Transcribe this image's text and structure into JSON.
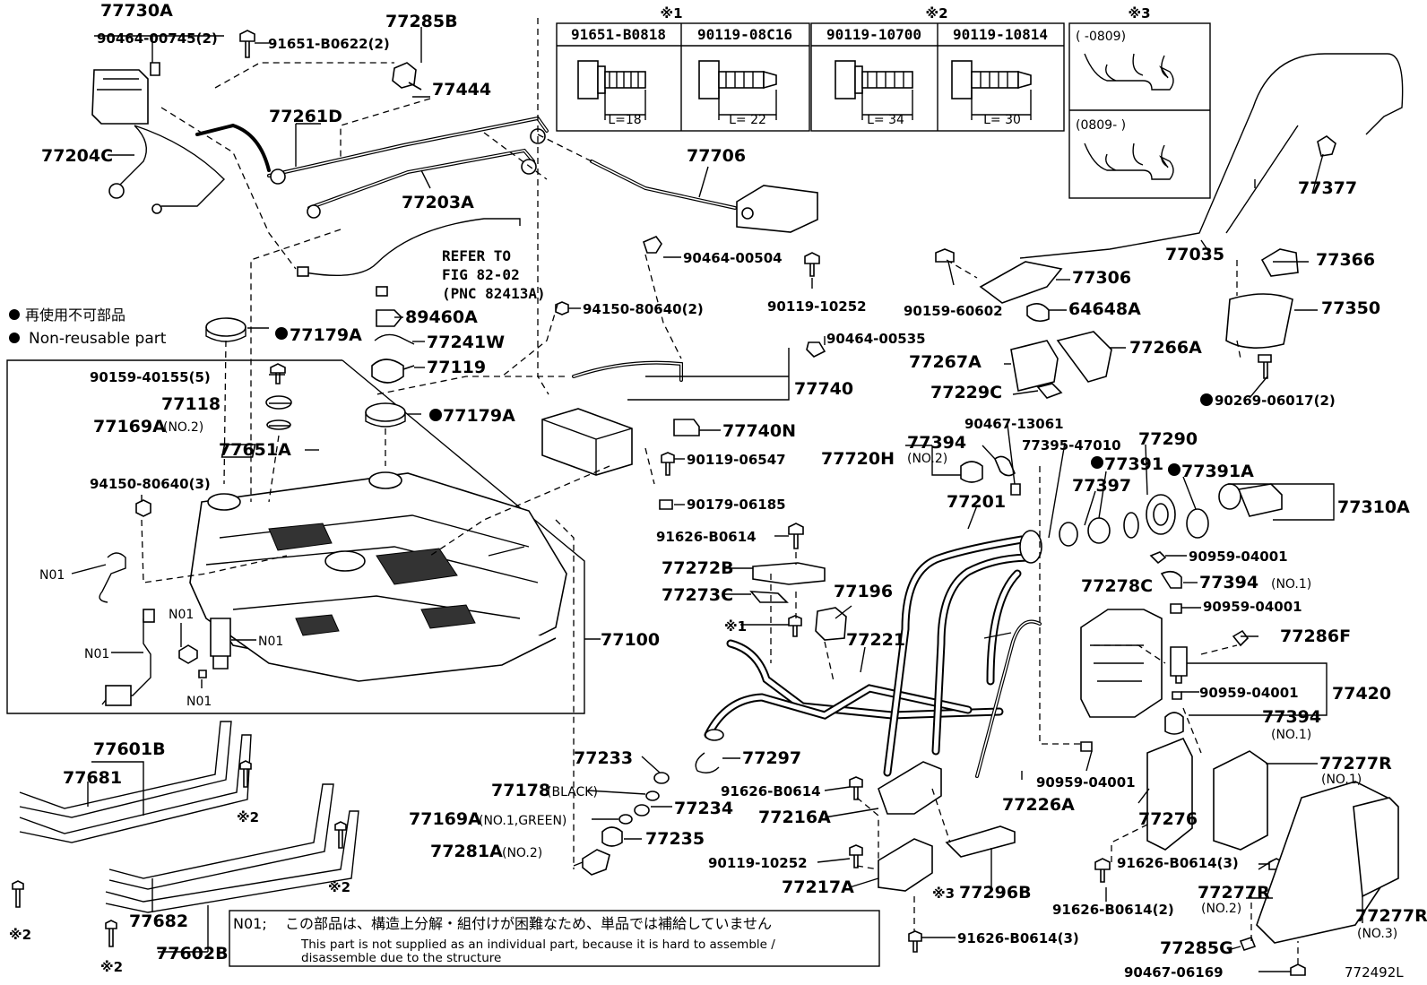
{
  "figure_code": "772492L",
  "legend": {
    "symbol": "●",
    "japanese": "再使用不可部品",
    "english": "Non-reusable part"
  },
  "note": {
    "code": "N01;",
    "japanese": "この部品は、構造上分解・組付けが困難なため、単品では補給していません",
    "english_line1": "This part is not supplied as an individual part, because it is hard to assemble /",
    "english_line2": "disassemble due to the structure"
  },
  "refer": {
    "line1": "REFER TO",
    "line2": "FIG 82-02",
    "line3": "(PNC 82413A)"
  },
  "fastener_tables": [
    {
      "mark": "※1",
      "columns": [
        {
          "part": "91651-B0818",
          "length": "L=18"
        },
        {
          "part": "90119-08C16",
          "length": "L= 22"
        }
      ]
    },
    {
      "mark": "※2",
      "columns": [
        {
          "part": "90119-10700",
          "length": "L= 34"
        },
        {
          "part": "90119-10814",
          "length": "L= 30"
        }
      ]
    }
  ],
  "clamp_table": {
    "mark": "※3",
    "rows": [
      {
        "range": "(    -0809)"
      },
      {
        "range": "(0809-    )"
      }
    ]
  },
  "labels": {
    "l77730A": "77730A",
    "l90464_00745": "90464-00745(2)",
    "l91651_B0622": "91651-B0622(2)",
    "l77285B": "77285B",
    "l77444": "77444",
    "l77261D": "77261D",
    "l77204C": "77204C",
    "l77203A": "77203A",
    "l77706": "77706",
    "l90464_00504": "90464-00504",
    "l90119_10252a": "90119-10252",
    "l94150_80640_2": "94150-80640(2)",
    "l89460A": "89460A",
    "l77241W": "77241W",
    "l77119": "77119",
    "l77179A_1": "77179A",
    "l90159_40155": "90159-40155(5)",
    "l77118": "77118",
    "l77169A_no2": "77169A",
    "l77169A_no2_suffix": "(NO.2)",
    "l77179A_2": "77179A",
    "l77651A": "77651A",
    "l94150_80640_3": "94150-80640(3)",
    "n01_a": "N01",
    "n01_b": "N01",
    "n01_c": "N01",
    "n01_d": "N01",
    "n01_e": "N01",
    "l90464_00535": "90464-00535",
    "l77740": "77740",
    "l77740N": "77740N",
    "l90119_06547": "90119-06547",
    "l90179_06185": "90179-06185",
    "l91626_B0614_a": "91626-B0614",
    "l77272B": "77272B",
    "l77273C": "77273C",
    "l77196": "77196",
    "mark1": "※1",
    "l77221": "77221",
    "l77100": "77100",
    "l77601B": "77601B",
    "l77681": "77681",
    "l77682": "77682",
    "l77602B": "77602B",
    "mark2_a": "※2",
    "mark2_b": "※2",
    "mark2_c": "※2",
    "mark2_d": "※2",
    "l77233": "77233",
    "l77297": "77297",
    "l77178": "77178",
    "l77178_suffix": "(BLACK)",
    "l77234": "77234",
    "l77169A_no1": "77169A",
    "l77169A_no1_suffix": "(NO.1,GREEN)",
    "l77235": "77235",
    "l77281A": "77281A",
    "l77281A_suffix": "(NO.2)",
    "l91626_B0614_b": "91626-B0614",
    "l77216A": "77216A",
    "l90119_10252b": "90119-10252",
    "l77217A": "77217A",
    "mark3": "※3",
    "l77296B": "77296B",
    "l91626_B0614_3a": "91626-B0614(3)",
    "l77035": "77035",
    "l77377": "77377",
    "l77366": "77366",
    "l77306": "77306",
    "l90159_60602": "90159-60602",
    "l64648A": "64648A",
    "l77350": "77350",
    "l77266A": "77266A",
    "l77267A": "77267A",
    "l77229C": "77229C",
    "l90269_06017": "90269-06017(2)",
    "l90467_13061": "90467-13061",
    "l77720H": "77720H",
    "l77394_no2": "77394",
    "l77394_no2_suffix": "(NO.2)",
    "l77395_47010": "77395-47010",
    "l77290": "77290",
    "l77391": "77391",
    "l77391A": "77391A",
    "l77397": "77397",
    "l77201": "77201",
    "l77310A": "77310A",
    "l90959_04001_a": "90959-04001",
    "l77394_no1a": "77394",
    "l77394_no1a_suffix": "(NO.1)",
    "l90959_04001_b": "90959-04001",
    "l77278C": "77278C",
    "l77286F": "77286F",
    "l90959_04001_c": "90959-04001",
    "l77420": "77420",
    "l77394_no1b": "77394",
    "l77394_no1b_suffix": "(NO.1)",
    "l90959_04001_d": "90959-04001",
    "l77226A": "77226A",
    "l77277R_no1": "77277R",
    "l77277R_no1_suffix": "(NO.1)",
    "l77276": "77276",
    "l91626_B0614_3b": "91626-B0614(3)",
    "l77277R_no2": "77277R",
    "l77277R_no2_suffix": "(NO.2)",
    "l77277R_no3": "77277R",
    "l77277R_no3_suffix": "(NO.3)",
    "l91626_B0614_2": "91626-B0614(2)",
    "l77285G": "77285G",
    "l90467_06169": "90467-06169"
  }
}
